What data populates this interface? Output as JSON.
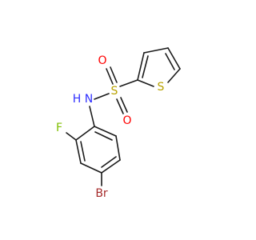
{
  "molecule": {
    "atoms": {
      "S_sulfonyl": {
        "label": "S",
        "color": "#b8a200"
      },
      "S_thiophene": {
        "label": "S",
        "color": "#b8a200"
      },
      "O1": {
        "label": "O",
        "color": "#ff0000"
      },
      "O2": {
        "label": "O",
        "color": "#ff0000"
      },
      "N": {
        "label": "N",
        "color": "#3030ff"
      },
      "H": {
        "label": "H",
        "color": "#3030ff"
      },
      "F": {
        "label": "F",
        "color": "#7fbf00"
      },
      "Br": {
        "label": "Br",
        "color": "#a52a2a"
      }
    },
    "bond_color": "#1a1a1a"
  }
}
